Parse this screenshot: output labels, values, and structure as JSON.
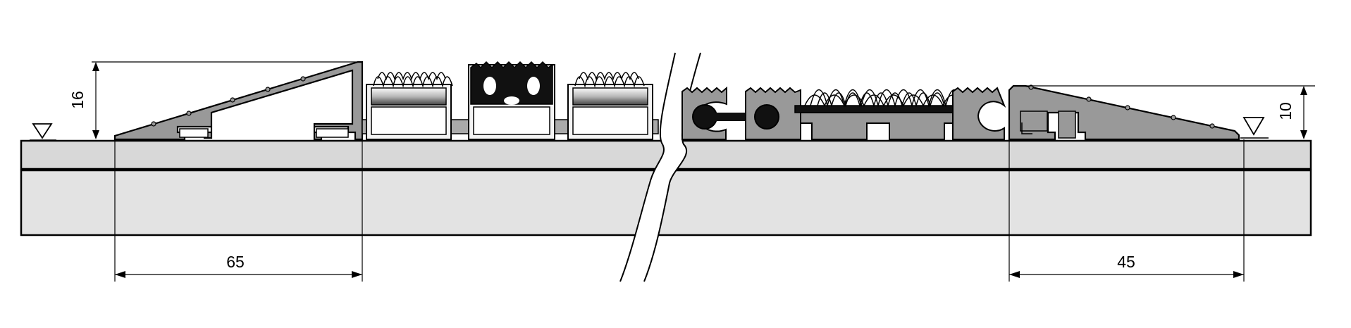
{
  "dimensions": {
    "left_height": "16",
    "left_width": "65",
    "right_height": "10",
    "right_width": "45"
  },
  "colors": {
    "floor": "#d8d8d8",
    "slab": "#e3e3e3",
    "profile": "#999999",
    "insert": "#f4f4f4",
    "outline": "#000000"
  },
  "icons": {
    "level_marker_left": "triangle-down-icon",
    "level_marker_right": "triangle-down-icon",
    "break_line": "break-line-icon"
  }
}
